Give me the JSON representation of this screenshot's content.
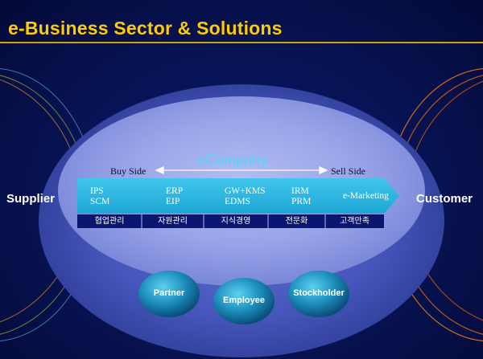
{
  "title": "e-Business Sector & Solutions",
  "left_label": "Supplier",
  "right_label": "Customer",
  "center_label": "eCompany",
  "buy_side": "Buy Side",
  "sell_side": "Sell Side",
  "chevrons": [
    {
      "line1": "IPS",
      "line2": "SCM"
    },
    {
      "line1": "ERP",
      "line2": "EIP"
    },
    {
      "line1": "GW+KMS",
      "line2": "EDMS"
    },
    {
      "line1": "IRM",
      "line2": "PRM"
    },
    {
      "line1": "e-Marketing",
      "line2": ""
    }
  ],
  "bar_labels": [
    "협업관리",
    "자원관리",
    "지식경영",
    "전문화",
    "고객만족"
  ],
  "stakeholders": [
    "Partner",
    "Employee",
    "Stockholder"
  ],
  "colors": {
    "title": "#ffcc00",
    "background": "#081458",
    "ellipse_outer": "#3c4fb0",
    "ellipse_inner": "#8e9be6",
    "chevron": "#29b5df",
    "ecompany_text": "#4fd8ff",
    "orb": "#1c8ab5"
  }
}
